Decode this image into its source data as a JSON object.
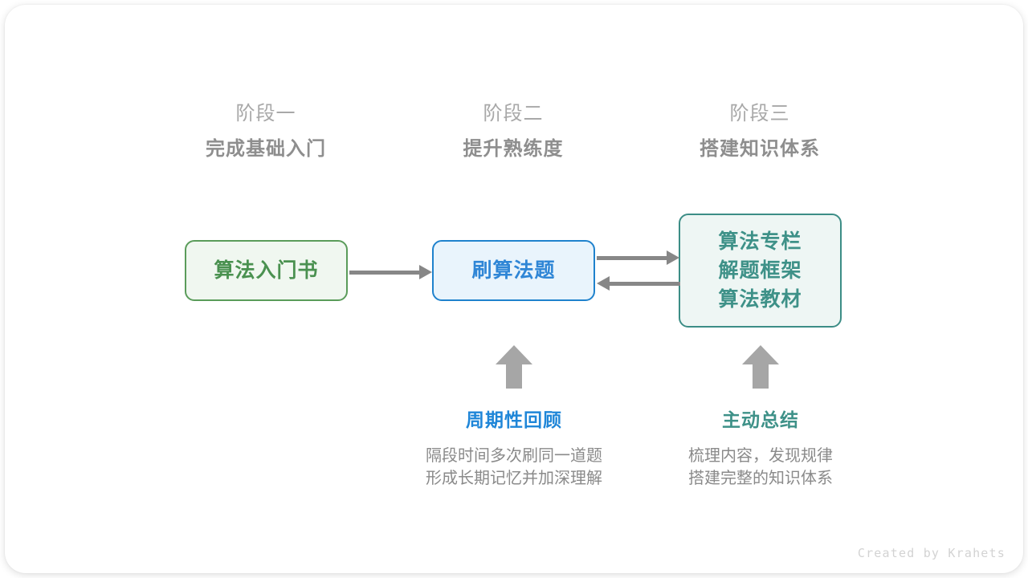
{
  "diagram": {
    "stages": [
      {
        "index_label": "阶段一",
        "title": "完成基础入门"
      },
      {
        "index_label": "阶段二",
        "title": "提升熟练度"
      },
      {
        "index_label": "阶段三",
        "title": "搭建知识体系"
      }
    ],
    "boxes": [
      {
        "id": "primer",
        "lines": [
          "算法入门书"
        ],
        "border_color": "#5a9c5a",
        "fill_color": "#f0f7f0",
        "text_color": "#4a9150"
      },
      {
        "id": "practice",
        "lines": [
          "刷算法题"
        ],
        "border_color": "#1f82cd",
        "fill_color": "#e9f4fc",
        "text_color": "#2f86d6"
      },
      {
        "id": "resources",
        "lines": [
          "算法专栏",
          "解题框架",
          "算法教材"
        ],
        "border_color": "#3c8d86",
        "fill_color": "#eef6f4",
        "text_color": "#3e9188"
      }
    ],
    "arrows": {
      "color": "#878787",
      "up_arrow_color": "#a6a6a6",
      "primer_to_practice": "右向箭头",
      "practice_to_resources": "右向箭头",
      "resources_to_practice": "左向箭头",
      "up_to_practice": "上向箭头",
      "up_to_resources": "上向箭头"
    },
    "annotations": [
      {
        "id": "review",
        "title": "周期性回顾",
        "title_color": "#1f86d8",
        "body_line1": "隔段时间多次刷同一道题",
        "body_line2": "形成长期记忆并加深理解"
      },
      {
        "id": "summary",
        "title": "主动总结",
        "title_color": "#3e9188",
        "body_line1": "梳理内容，发现规律",
        "body_line2": "搭建完整的知识体系"
      }
    ],
    "watermark": "Created by Krahets"
  }
}
